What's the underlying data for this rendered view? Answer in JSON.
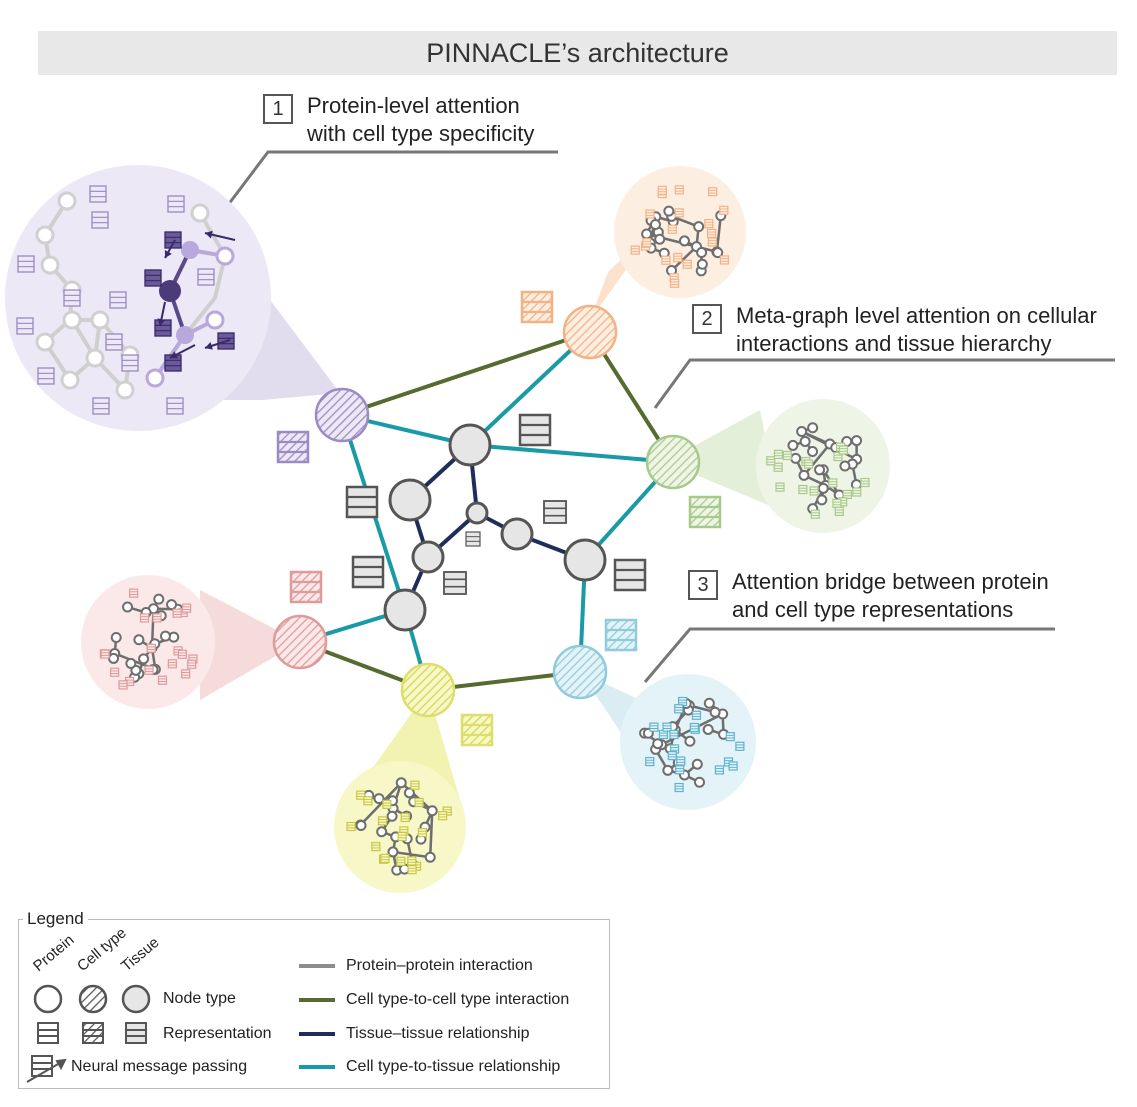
{
  "title": "PINNACLE’s architecture",
  "callouts": [
    {
      "num": "1",
      "line1": "Protein-level attention",
      "line2": "with cell type specificity"
    },
    {
      "num": "2",
      "line1": "Meta-graph level attention on cellular",
      "line2": "interactions and tissue hierarchy"
    },
    {
      "num": "3",
      "line1": "Attention bridge between protein",
      "line2": "and cell type representations"
    }
  ],
  "legend": {
    "title": "Legend",
    "columns": [
      "Protein",
      "Cell type",
      "Tissue"
    ],
    "rows": [
      "Node type",
      "Representation",
      "Neural message passing"
    ],
    "edges": [
      {
        "label": "Protein–protein interaction",
        "color": "#8c8c8c"
      },
      {
        "label": "Cell type-to-cell type interaction",
        "color": "#556b2f"
      },
      {
        "label": "Tissue–tissue relationship",
        "color": "#1f2d5c"
      },
      {
        "label": "Cell type-to-tissue relationship",
        "color": "#1a9aa6"
      }
    ]
  },
  "colors": {
    "purple": "#9b8bc4",
    "orange": "#f4b183",
    "green": "#a9c98a",
    "red": "#e09a9a",
    "yellow": "#dede6a",
    "blue": "#8fcbdc",
    "tissue_node": "#e6e6e6",
    "olive_edge": "#556b2f",
    "navy_edge": "#1f2d5c",
    "teal_edge": "#1a9aa6"
  }
}
